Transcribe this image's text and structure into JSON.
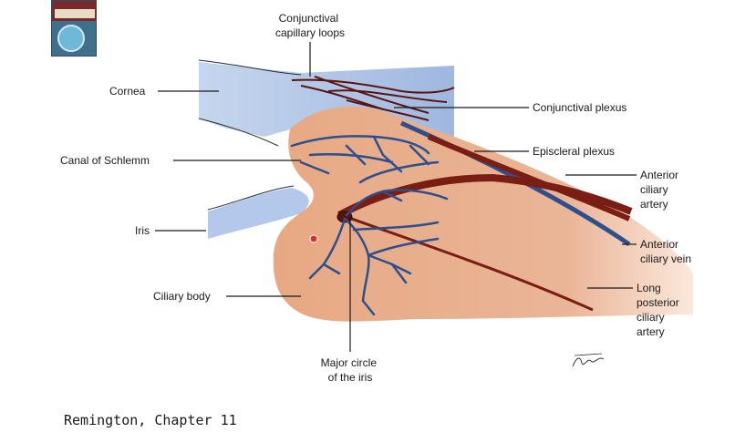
{
  "labels": {
    "conjunctival_capillary_loops": [
      "Conjunctival",
      "capillary loops"
    ],
    "cornea": "Cornea",
    "conjunctival_plexus": "Conjunctival plexus",
    "episcleral_plexus": "Episcleral plexus",
    "canal_of_schlemm": "Canal of Schlemm",
    "anterior_ciliary_artery": [
      "Anterior",
      "ciliary",
      "artery"
    ],
    "iris": "Iris",
    "anterior_ciliary_vein": [
      "Anterior",
      "ciliary vein"
    ],
    "ciliary_body": "Ciliary body",
    "long_posterior_ciliary_artery": [
      "Long",
      "posterior",
      "ciliary",
      "artery"
    ],
    "major_circle_of_iris": [
      "Major circle",
      "of the iris"
    ]
  },
  "caption": "Remington, Chapter 11",
  "colors": {
    "cornea_blue": "#b9cdeb",
    "tissue_peach": "#e7a983",
    "vessel_blue": "#2d4f8e",
    "artery_red": "#7a1e14",
    "label_line": "#1a1a1a"
  }
}
